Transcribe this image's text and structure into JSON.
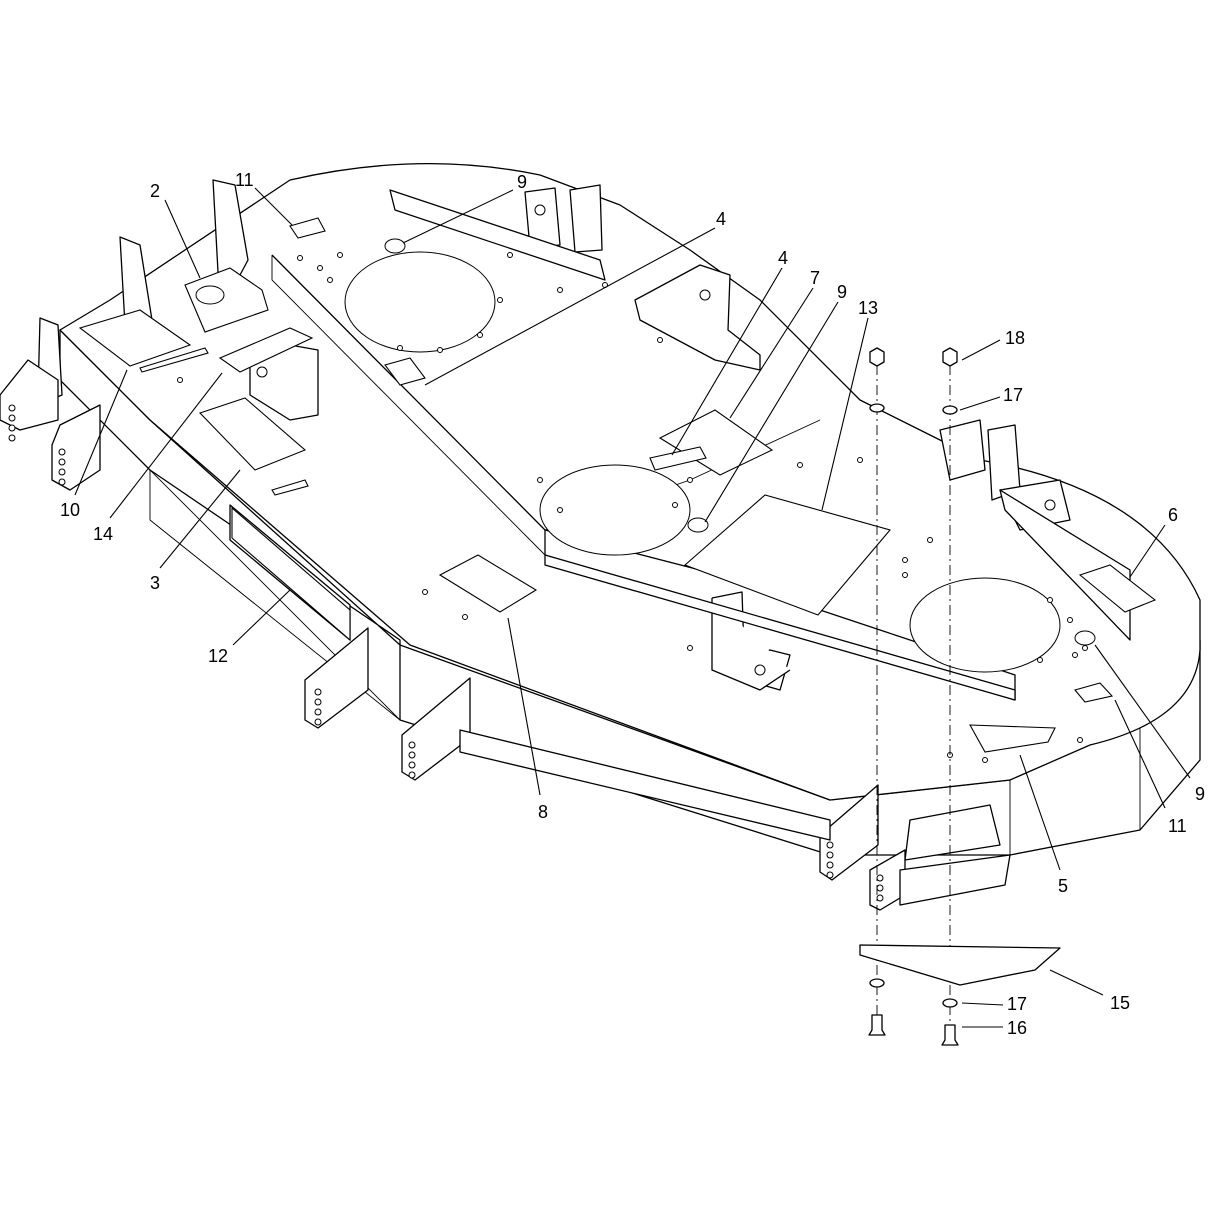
{
  "callouts": {
    "c2": "2",
    "c11a": "11",
    "c9a": "9",
    "c4a": "4",
    "c4b": "4",
    "c7": "7",
    "c9b": "9",
    "c13": "13",
    "c18": "18",
    "c17a": "17",
    "c6": "6",
    "c10": "10",
    "c14": "14",
    "c3": "3",
    "c12": "12",
    "c8": "8",
    "c9c": "9",
    "c11b": "11",
    "c5": "5",
    "c17b": "17",
    "c16": "16",
    "c15": "15"
  }
}
